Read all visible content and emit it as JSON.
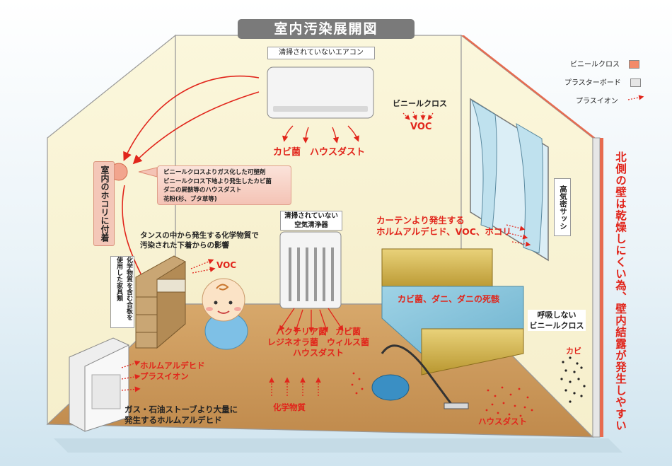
{
  "title": "室内汚染展開図",
  "legend": {
    "items": [
      {
        "label": "ビニールクロス",
        "color": "#f28a6a"
      },
      {
        "label": "プラスターボード",
        "color": "#e6e6e6"
      },
      {
        "label": "プラスイオン",
        "color": "#e1251b"
      }
    ]
  },
  "labels": {
    "aircon_label": "清掃されていないエアコン",
    "aircon_emission": "カビ菌　ハウスダスト",
    "vinyl_cloth": "ビニールクロス",
    "voc_top": "VOC",
    "dust_attach": "室内のホコリに付着",
    "dust_sources": "ビニールクロスよりガス化した可塑剤\nビニールクロス下地より発生したカビ菌\nダニの屍骸等のハウスダスト\n花粉(杉、ブタ草等)",
    "wardrobe_effect": "タンスの中から発生する化学物質で\n汚染された下着からの影響",
    "voc_wardrobe": "VOC",
    "furniture": "化学物質を含む合板を\n使用した家具類",
    "purifier_label": "清掃されていない\n空気清浄器",
    "curtain_emission": "カーテンより発生する\nホルムアルデヒド、VOC、ホコリ",
    "sash": "高気密サッシ",
    "bed_emission": "カビ菌、ダニ、ダニの死骸",
    "floor_bacteria": "バクテリア菌　カビ菌\nレジネオラ菌　ウィルス菌\nハウスダスト",
    "non_breathing": "呼吸しない\nビニールクロス",
    "mold": "カビ",
    "stove_emission": "ホルムアルデヒド\nプラスイオン",
    "stove_note": "ガス・石油ストーブより大量に\n発生するホルムアルデヒド",
    "chemicals": "化学物質",
    "house_dust": "ハウスダスト",
    "north_wall": "北側の壁は乾燥しにくい為、壁内結露が発生しやすい"
  }
}
